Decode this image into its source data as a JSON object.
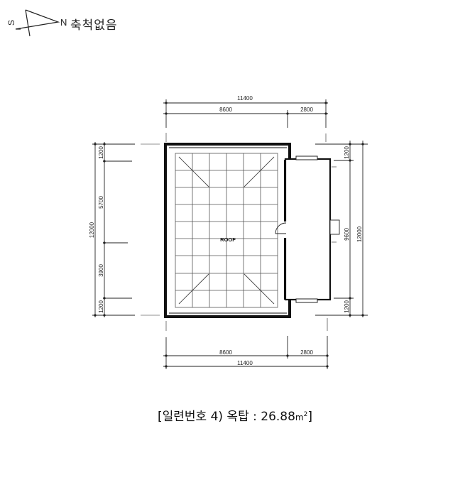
{
  "north_arrow": {
    "north_label": "N",
    "south_label": "S"
  },
  "scale_note": "축척없음",
  "plan": {
    "room_label": "ROOF",
    "grid": {
      "columns": 6,
      "rows": 9
    },
    "top_dimensions": {
      "total": "11400",
      "segments": [
        "8600",
        "2800"
      ]
    },
    "bottom_dimensions": {
      "total": "11400",
      "segments": [
        "8600",
        "2800"
      ]
    },
    "left_dimensions": {
      "total": "12000",
      "segments": [
        "1200",
        "5700",
        "3900",
        "1200"
      ]
    },
    "right_dimensions": {
      "total": "12000",
      "segments": [
        "1200",
        "9600",
        "1200"
      ]
    }
  },
  "caption": {
    "text": "[일련번호 4) 옥탑 : 26.88",
    "unit": "m",
    "unit_sup": "2",
    "close": "]"
  }
}
